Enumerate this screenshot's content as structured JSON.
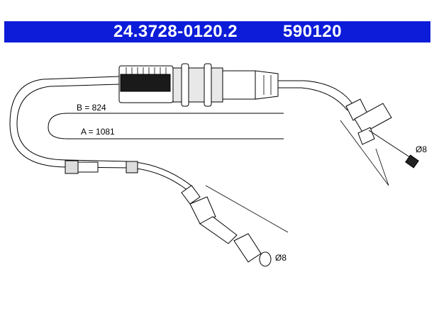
{
  "header": {
    "part_number": "24.3728-0120.2",
    "reference_number": "590120",
    "background_color": "#0c1cd8",
    "text_color": "#ffffff"
  },
  "dimensions": {
    "length_a": "A = 1081",
    "length_b": "B = 824",
    "diameter_top": "Ø8",
    "diameter_bottom": "Ø8"
  }
}
